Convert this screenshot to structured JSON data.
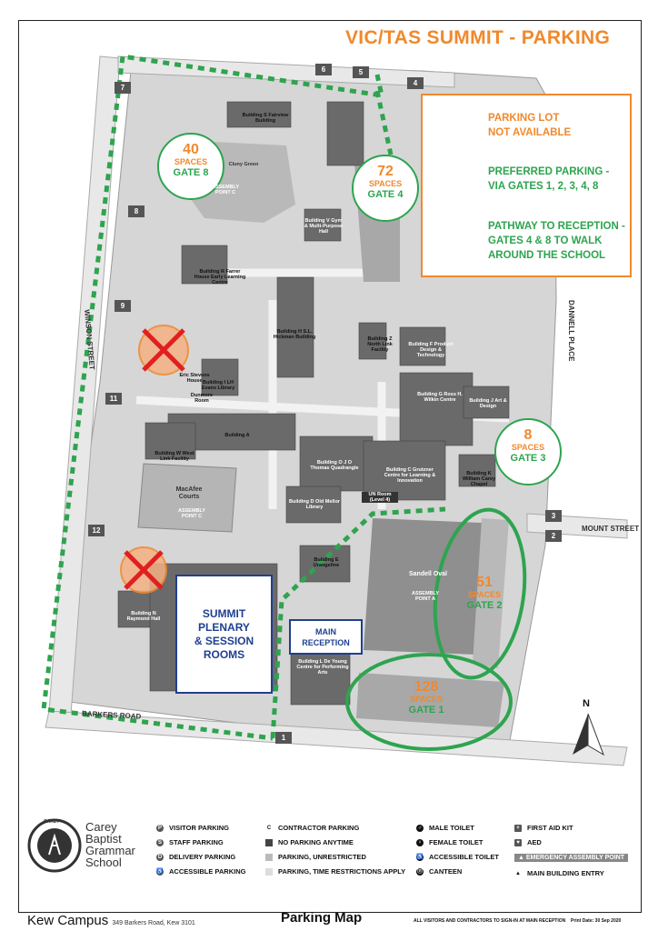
{
  "title": "VIC/TAS SUMMIT - PARKING",
  "legend": {
    "not_available_line1": "PARKING LOT",
    "not_available_line2": "NOT AVAILABLE",
    "preferred_line1": "PREFERRED PARKING -",
    "preferred_line2": "VIA GATES 1, 2, 3, 4, 8",
    "pathway_line1": "PATHWAY TO RECEPTION -",
    "pathway_line2": "GATES 4 & 8 TO WALK",
    "pathway_line3": "AROUND THE SCHOOL"
  },
  "colors": {
    "orange": "#f0892d",
    "green": "#2ea44f",
    "blue": "#1f3f8f",
    "red": "#e02020"
  },
  "lots": [
    {
      "spaces": "40",
      "label": "SPACES",
      "gate": "GATE 8"
    },
    {
      "spaces": "72",
      "label": "SPACES",
      "gate": "GATE 4"
    },
    {
      "spaces": "8",
      "label": "SPACES",
      "gate": "GATE 3"
    },
    {
      "spaces": "51",
      "label": "SPACES",
      "gate": "GATE 2"
    },
    {
      "spaces": "128",
      "label": "SPACES",
      "gate": "GATE 1"
    }
  ],
  "summit": {
    "line1": "SUMMIT",
    "line2": "PLENARY",
    "line3": "& SESSION",
    "line4": "ROOMS"
  },
  "reception": {
    "line1": "MAIN",
    "line2": "RECEPTION"
  },
  "gates": [
    "7",
    "6",
    "5",
    "4",
    "8",
    "9",
    "11",
    "12",
    "3",
    "2",
    "1"
  ],
  "streets": {
    "winson": "WINSON STREET",
    "mount": "MOUNT STREET",
    "barkers": "BARKERS ROAD",
    "dannell": "DANNELL PLACE"
  },
  "buildings": {
    "s": "Building S Fairview Building",
    "cluny": "Cluny Green",
    "v": "Building V Gym & Multi-Purpose Hall",
    "r": "Building R Farrer House Early Learning Centre",
    "h": "Building H S.L. Hickman Building",
    "z": "Building Z North Link Facility",
    "i": "Building I LH Evans Library",
    "f": "Building F Product Design & Technology",
    "g": "Building G Ross H. Wilkin Centre",
    "j": "Building J Art & Design",
    "a": "Building A",
    "o": "Building O J O Thomas Quadrangle",
    "c": "Building C Grutzner Centre for Learning & Innovation",
    "k": "Building K William Carey Chapel",
    "w": "Building W West Link Facility",
    "d": "Building D Old Mellor Library",
    "e": "Building E Urangeline",
    "n": "Building N Raymond Hall",
    "l": "Building L De Young Centre for Performing Arts",
    "macafee": "MacAfee Courts",
    "sandell": "Sandell Oval",
    "eric": "Eric Stevens House",
    "dunmore": "Dunmore Room",
    "assembly_c": "ASSEMBLY POINT C",
    "assembly_a": "ASSEMBLY POINT A",
    "un_room": "UN Room (Level 4)"
  },
  "key": {
    "visitor": "VISITOR PARKING",
    "staff": "STAFF PARKING",
    "delivery": "DELIVERY PARKING",
    "accessible_parking": "ACCESSIBLE PARKING",
    "contractor": "CONTRACTOR PARKING",
    "no_parking": "NO PARKING ANYTIME",
    "unrestricted": "PARKING, UNRESTRICTED",
    "time_restricted": "PARKING, TIME RESTRICTIONS APPLY",
    "male_toilet": "MALE TOILET",
    "female_toilet": "FEMALE TOILET",
    "accessible_toilet": "ACCESSIBLE TOILET",
    "canteen": "CANTEEN",
    "first_aid": "FIRST AID KIT",
    "aed": "AED",
    "emergency": "EMERGENCY ASSEMBLY POINT",
    "entry": "MAIN BUILDING ENTRY"
  },
  "logo": {
    "line1": "Carey",
    "line2": "Baptist",
    "line3": "Grammar",
    "line4": "School",
    "ring": "CAREY"
  },
  "north": "N",
  "footer": {
    "campus": "Kew Campus",
    "address": "349 Barkers Road, Kew 3101",
    "title": "Parking Map",
    "note": "ALL VISITORS AND CONTRACTORS TO SIGN-IN AT MAIN RECEPTION",
    "date": "Print Date: 30 Sep 2020"
  }
}
